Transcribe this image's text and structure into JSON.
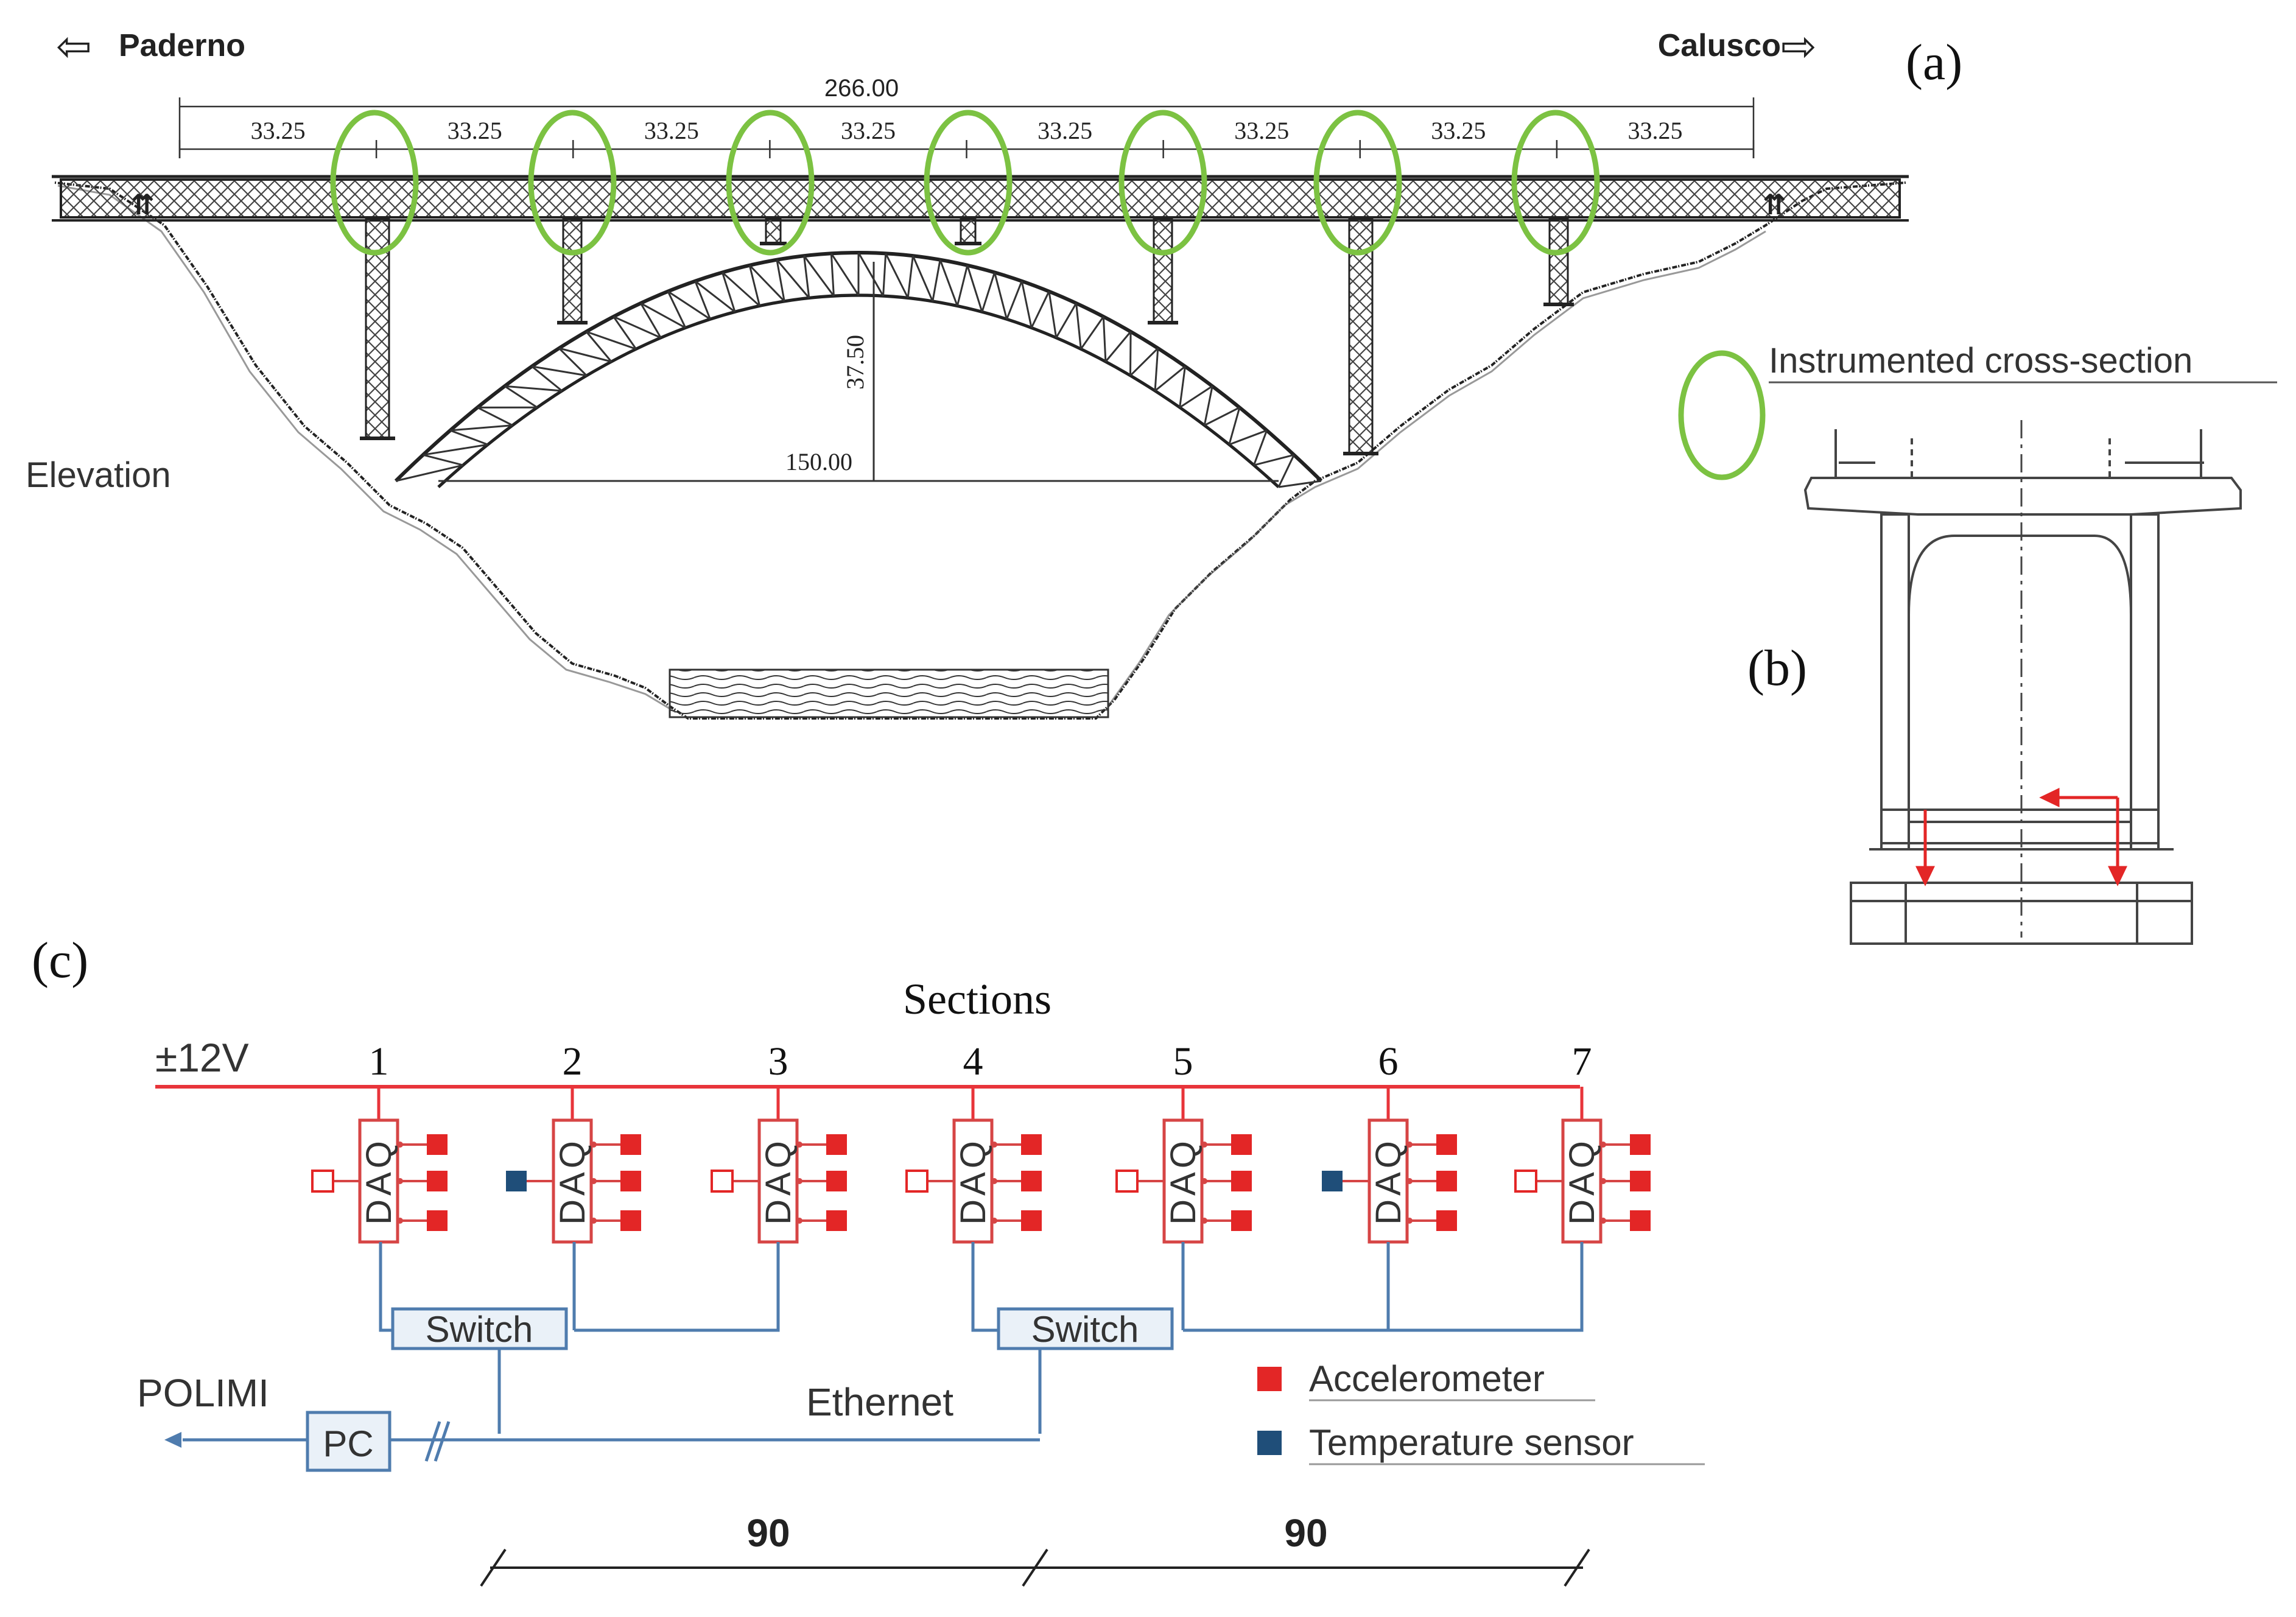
{
  "panel_labels": {
    "a": "(a)",
    "b": "(b)",
    "c": "(c)"
  },
  "elevation": {
    "left_end": "Paderno",
    "right_end": "Calusco",
    "view_label": "Elevation",
    "total_span": "266.00",
    "spans": [
      "33.25",
      "33.25",
      "33.25",
      "33.25",
      "33.25",
      "33.25",
      "33.25",
      "33.25"
    ],
    "arch_rise": "37.50",
    "arch_chord": "150.00"
  },
  "legend_b": {
    "instrumented_label": "Instrumented cross-section"
  },
  "network": {
    "title": "Sections",
    "power_label": "±12V",
    "sections": [
      {
        "number": "1",
        "daq": "DAQ",
        "aux_sensor": "hollow"
      },
      {
        "number": "2",
        "daq": "DAQ",
        "aux_sensor": "temperature"
      },
      {
        "number": "3",
        "daq": "DAQ",
        "aux_sensor": "hollow"
      },
      {
        "number": "4",
        "daq": "DAQ",
        "aux_sensor": "hollow"
      },
      {
        "number": "5",
        "daq": "DAQ",
        "aux_sensor": "hollow"
      },
      {
        "number": "6",
        "daq": "DAQ",
        "aux_sensor": "temperature"
      },
      {
        "number": "7",
        "daq": "DAQ",
        "aux_sensor": "hollow"
      }
    ],
    "switch_label": "Switch",
    "ethernet_label": "Ethernet",
    "pc_label": "PC",
    "polimi_label": "POLIMI",
    "legend": [
      {
        "label": "Accelerometer",
        "color": "#e32626"
      },
      {
        "label": "Temperature sensor",
        "color": "#1f4e79"
      }
    ],
    "distances": [
      "90",
      "90"
    ]
  },
  "colors": {
    "power": "#e8343a",
    "daq": "#d64545",
    "accelerometer": "#e32626",
    "temperature": "#1f4e79",
    "ethernet": "#4f7cae",
    "ring": "#7cc242"
  }
}
